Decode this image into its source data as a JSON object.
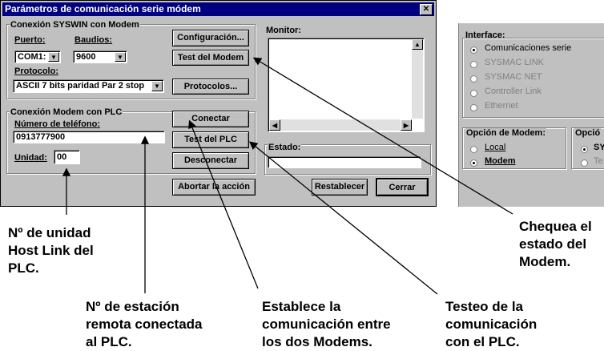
{
  "dialog": {
    "title": "Parámetros de comunicación serie módem",
    "close_glyph": "✕"
  },
  "syswin_group": {
    "title": "Conexión SYSWIN con Modem",
    "puerto_label": "Puerto:",
    "puerto_value": "COM1:",
    "baudios_label": "Baudios:",
    "baudios_value": "9600",
    "protocolo_label": "Protocolo:",
    "protocolo_value": "ASCII 7 bits paridad Par 2 stop"
  },
  "plc_group": {
    "title": "Conexión Modem con PLC",
    "telefono_label": "Número de teléfono:",
    "telefono_value": "0913777900",
    "unidad_label": "Unidad:",
    "unidad_value": "00"
  },
  "buttons": {
    "configuracion": "Configuración...",
    "test_modem": "Test del Modem",
    "protocolos": "Protocolos...",
    "conectar": "Conectar",
    "test_plc": "Test del PLC",
    "desconectar": "Desconectar",
    "abortar": "Abortar la acción",
    "restablecer": "Restablecer",
    "cerrar": "Cerrar"
  },
  "monitor": {
    "label": "Monitor:"
  },
  "estado": {
    "label": "Estado:"
  },
  "side_panel": {
    "interface_label": "Interface:",
    "interface_options": [
      "Comunicaciones serie",
      "SYSMAC LINK",
      "SYSMAC NET",
      "Controller Link",
      "Ethernet"
    ],
    "modem_label": "Opción de Modem:",
    "modem_options": [
      "Local",
      "Modem"
    ],
    "other_label": "Opció",
    "other_options": [
      "SY",
      "Te"
    ]
  },
  "callouts": {
    "unidad": [
      "Nº de unidad",
      "Host Link del",
      "PLC."
    ],
    "estacion": [
      "Nº de estación",
      "remota conectada",
      "al PLC."
    ],
    "establece": [
      "Establece la",
      "comunicación entre",
      "los dos Modems."
    ],
    "testeo": [
      "Testeo de la",
      "comunicación",
      "con el PLC."
    ],
    "chequea": [
      "Chequea el",
      "estado del",
      "Modem."
    ]
  },
  "chevron_glyph": "▼",
  "scroll_up_glyph": "▲",
  "scroll_left_glyph": "◀",
  "scroll_right_glyph": "▶"
}
